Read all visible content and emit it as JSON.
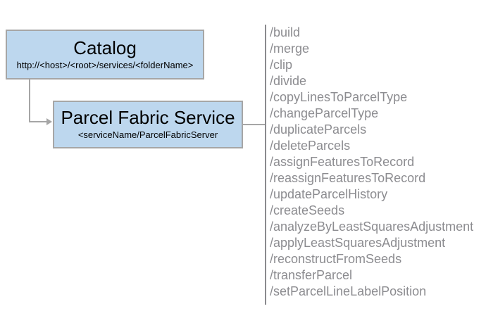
{
  "catalog": {
    "title": "Catalog",
    "subtitle": "http://<host>/<root>/services/<folderName>"
  },
  "service": {
    "title": "Parcel Fabric Service",
    "subtitle": "<serviceName/ParcelFabricServer"
  },
  "endpoints": [
    "/build",
    "/merge",
    "/clip",
    "/divide",
    "/copyLinesToParcelType",
    "/changeParcelType",
    "/duplicateParcels",
    "/deleteParcels",
    "/assignFeaturesToRecord",
    "/reassignFeaturesToRecord",
    "/updateParcelHistory",
    "/createSeeds",
    "/analyzeByLeastSquaresAdjustment",
    "/applyLeastSquaresAdjustment",
    "/reconstructFromSeeds",
    "/transferParcel",
    "/setParcelLineLabelPosition"
  ],
  "colors": {
    "node_fill": "#BDD7EE",
    "node_border": "#A6A6A6",
    "connector": "#A6A6A6",
    "bracket_line": "#8A8A8E",
    "endpoint_text": "#8C8C90",
    "node_text": "#000000",
    "background": "#FFFFFF"
  }
}
